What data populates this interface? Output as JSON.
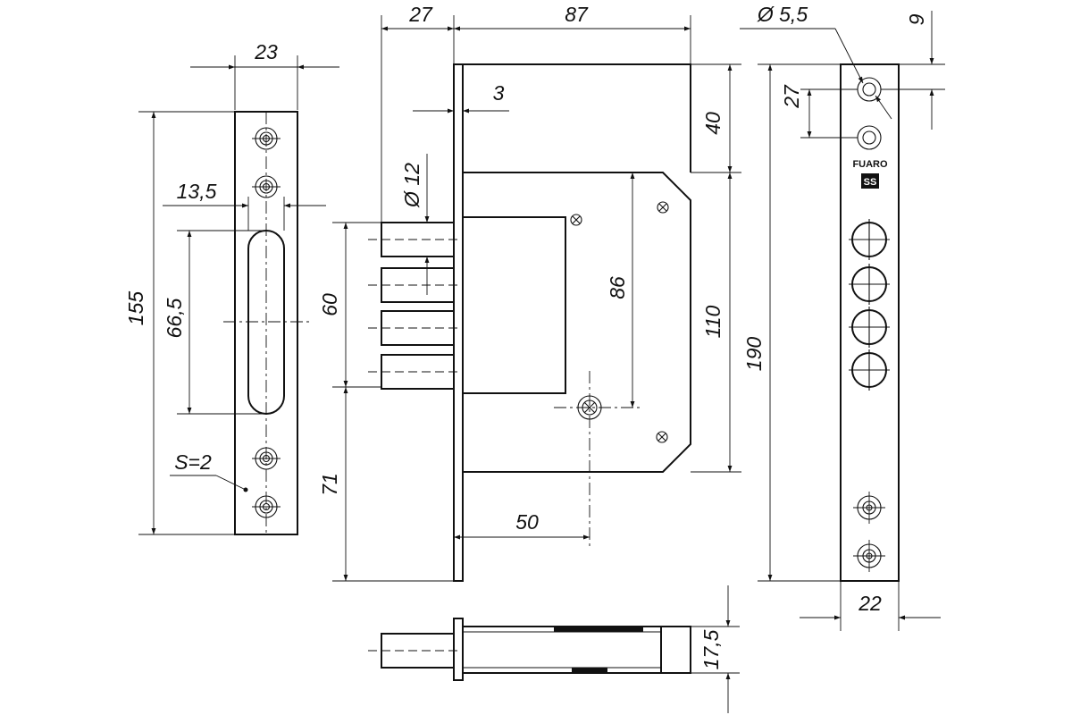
{
  "dimensions": {
    "d27_top": "27",
    "d87": "87",
    "d_phi55": "Ø 5,5",
    "d9": "9",
    "d23": "23",
    "d3": "3",
    "d27_right": "27",
    "d40": "40",
    "d13_5": "13,5",
    "d_phi12": "Ø 12",
    "d155": "155",
    "d66_5": "66,5",
    "d60": "60",
    "d86": "86",
    "d110": "110",
    "d190": "190",
    "d71": "71",
    "d50": "50",
    "s2": "S=2",
    "d22": "22",
    "d17_5": "17,5"
  },
  "brand": {
    "name": "FUARO",
    "mark": "SS"
  },
  "colors": {
    "line": "#111111",
    "background": "#ffffff"
  }
}
